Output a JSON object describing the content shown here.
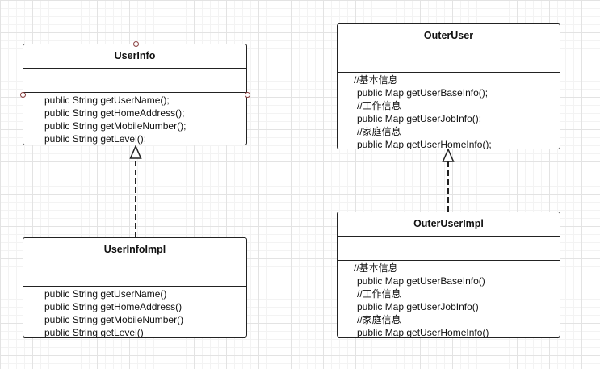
{
  "classes": {
    "user_info": {
      "name": "UserInfo",
      "methods": [
        "public String getUserName();",
        "public String getHomeAddress();",
        "public String getMobileNumber();",
        "public String getLevel();"
      ]
    },
    "user_info_impl": {
      "name": "UserInfoImpl",
      "methods": [
        "public String getUserName()",
        "public String getHomeAddress()",
        "public String getMobileNumber()",
        "public String getLevel()"
      ]
    },
    "outer_user": {
      "name": "OuterUser",
      "methods": [
        "//基本信息",
        "public Map getUserBaseInfo();",
        "//工作信息",
        "public Map getUserJobInfo();",
        "//家庭信息",
        "public Map getUserHomeInfo();"
      ]
    },
    "outer_user_impl": {
      "name": "OuterUserImpl",
      "methods": [
        "//基本信息",
        "public Map getUserBaseInfo()",
        "//工作信息",
        "public Map getUserJobInfo()",
        "//家庭信息",
        "public Map getUserHomeInfo()"
      ]
    }
  },
  "relations": [
    {
      "from": "user_info_impl",
      "to": "user_info",
      "type": "realization"
    },
    {
      "from": "outer_user_impl",
      "to": "outer_user",
      "type": "realization"
    }
  ]
}
